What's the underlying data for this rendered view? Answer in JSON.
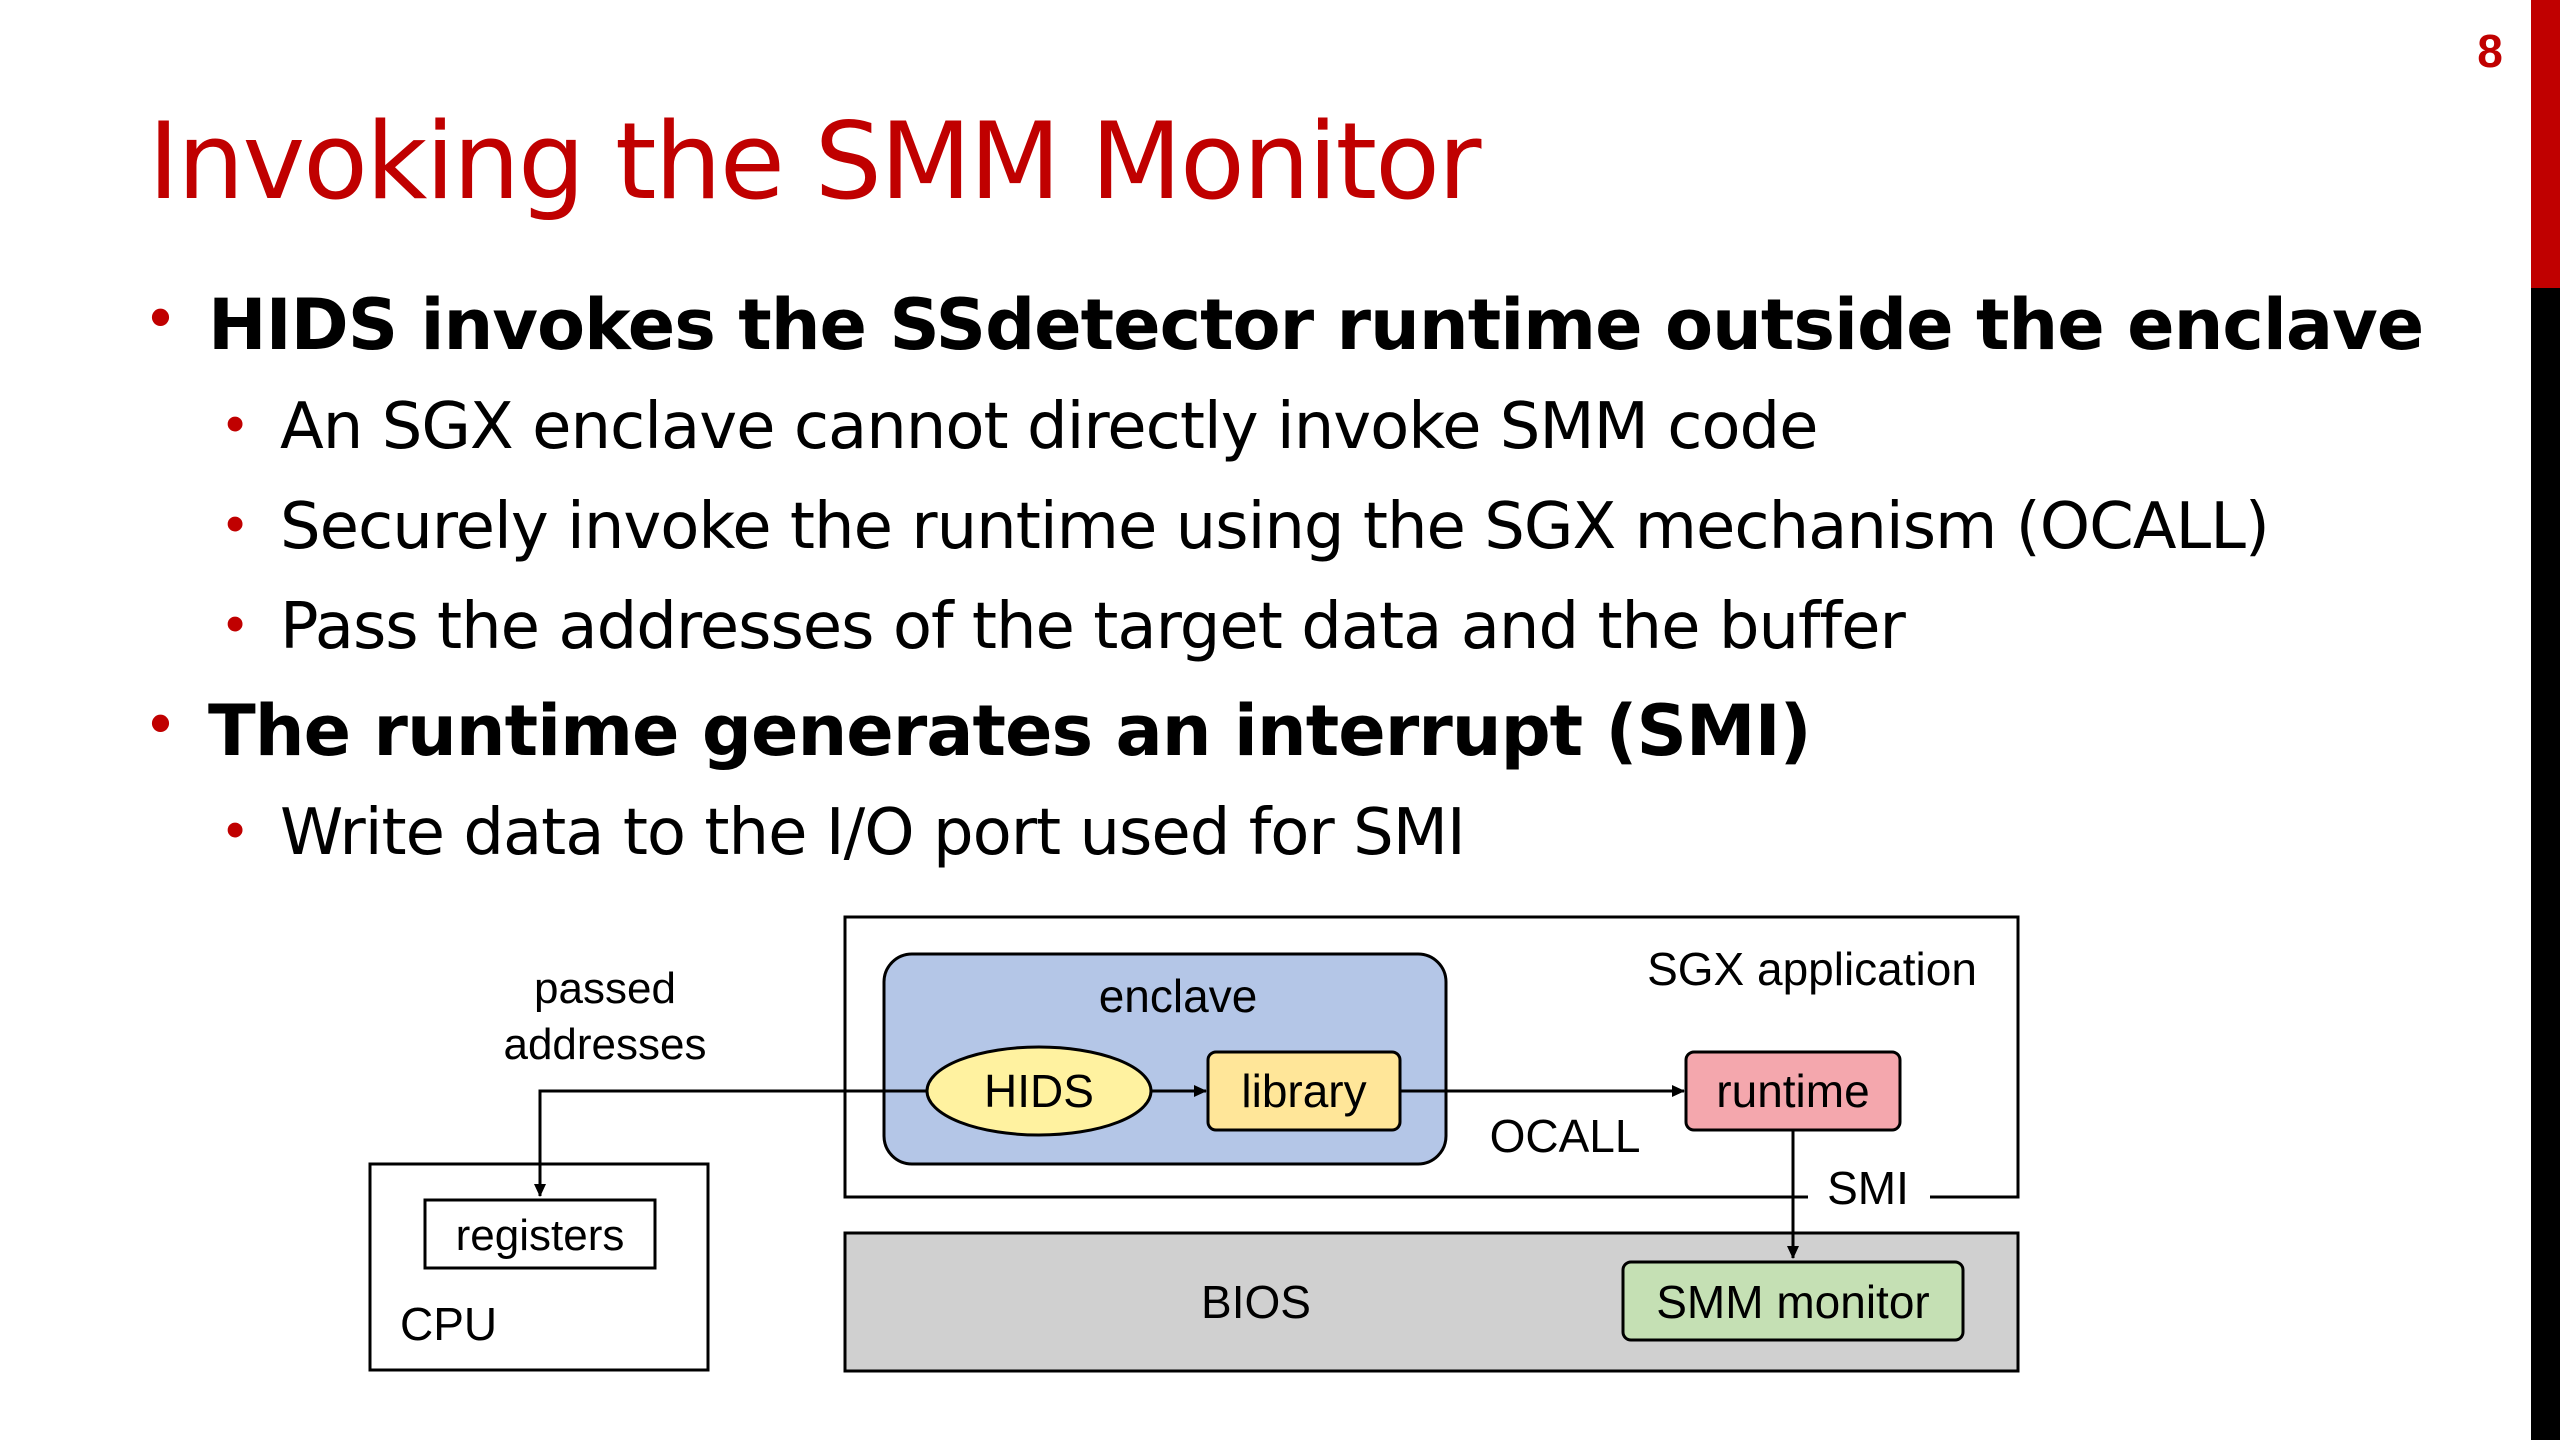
{
  "slide": {
    "page_number": "8",
    "title": "Invoking the SMM Monitor",
    "accent_color": "#c00000",
    "bullets": [
      {
        "text": "HIDS invokes the SSdetector runtime outside the enclave",
        "sub": [
          "An SGX enclave cannot directly invoke SMM code",
          "Securely invoke the runtime using the SGX mechanism (OCALL)",
          "Pass the addresses of the target data and the buffer"
        ]
      },
      {
        "text": "The runtime generates an interrupt (SMI)",
        "sub": [
          "Write data to the I/O port used for SMI"
        ]
      }
    ]
  },
  "diagram": {
    "sgx_app_label": "SGX application",
    "enclave_label": "enclave",
    "hids_label": "HIDS",
    "library_label": "library",
    "runtime_label": "runtime",
    "ocall_label": "OCALL",
    "smi_label": "SMI",
    "bios_label": "BIOS",
    "smm_monitor_label": "SMM monitor",
    "cpu_label": "CPU",
    "registers_label": "registers",
    "passed_addresses_line1": "passed",
    "passed_addresses_line2": "addresses",
    "colors": {
      "enclave_fill": "#b4c6e7",
      "hids_fill": "#fff2a0",
      "library_fill": "#ffe699",
      "runtime_fill": "#f4a7ad",
      "bios_fill": "#d0d0d0",
      "smm_fill": "#c5e0b4"
    }
  }
}
